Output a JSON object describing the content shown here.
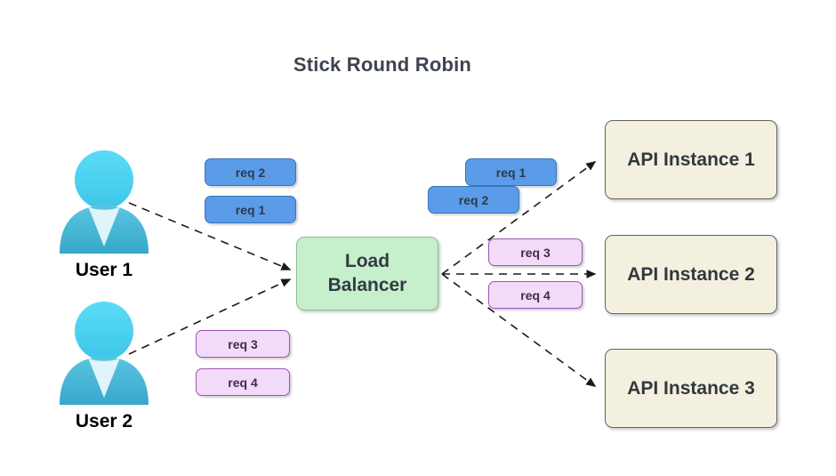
{
  "title": "Stick Round Robin",
  "colors": {
    "background": "#ffffff",
    "title_text": "#3d4450",
    "req_blue_fill": "#5a9ce8",
    "req_blue_border": "#3a74b8",
    "req_purple_fill": "#f2daf9",
    "req_purple_border": "#9a56b0",
    "load_balancer_fill": "#c6efcc",
    "load_balancer_border": "#84c08e",
    "api_fill": "#f4f0df",
    "api_border": "#636363",
    "avatar_head": "#4cd4f2",
    "avatar_body": "#3fb3d4",
    "avatar_collar": "#dff4fb",
    "arrow": "#1a1a1a"
  },
  "users": [
    {
      "label": "User 1",
      "icon": "user-avatar-icon"
    },
    {
      "label": "User 2",
      "icon": "user-avatar-icon"
    }
  ],
  "left_queues": {
    "user1_requests": [
      {
        "label": "req 2",
        "style": "blue"
      },
      {
        "label": "req 1",
        "style": "blue"
      }
    ],
    "user2_requests": [
      {
        "label": "req 3",
        "style": "purple"
      },
      {
        "label": "req 4",
        "style": "purple"
      }
    ]
  },
  "right_queues": {
    "to_instance_1": [
      {
        "label": "req 1",
        "style": "blue"
      },
      {
        "label": "req 2",
        "style": "blue"
      }
    ],
    "to_instance_2": [
      {
        "label": "req 3",
        "style": "purple"
      },
      {
        "label": "req 4",
        "style": "purple"
      }
    ]
  },
  "load_balancer": {
    "line1": "Load",
    "line2": "Balancer"
  },
  "api_instances": [
    {
      "label": "API Instance 1"
    },
    {
      "label": "API Instance 2"
    },
    {
      "label": "API Instance 3"
    }
  ],
  "connections": [
    {
      "from": "User 1",
      "to": "Load Balancer",
      "style": "dashed-arrow"
    },
    {
      "from": "User 2",
      "to": "Load Balancer",
      "style": "dashed-arrow"
    },
    {
      "from": "Load Balancer",
      "to": "API Instance 1",
      "style": "dashed-arrow"
    },
    {
      "from": "Load Balancer",
      "to": "API Instance 2",
      "style": "dashed-arrow"
    },
    {
      "from": "Load Balancer",
      "to": "API Instance 3",
      "style": "dashed-arrow"
    }
  ]
}
